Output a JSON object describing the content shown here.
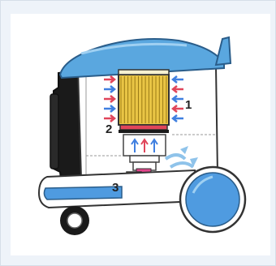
{
  "callouts": {
    "one": "1",
    "two": "2",
    "three": "3"
  },
  "colors": {
    "lid_blue": "#5aa7df",
    "wheel_blue": "#4f9be0",
    "filter_yellow": "#e9c545",
    "body_white": "#ffffff",
    "panel_black": "#1a1a1a",
    "motor_pink": "#e0458a",
    "motor_yellow": "#e2b935",
    "arrow_red": "#e0455a",
    "arrow_blue": "#3f7fe0",
    "airflow_blue": "#8fc3ea"
  }
}
